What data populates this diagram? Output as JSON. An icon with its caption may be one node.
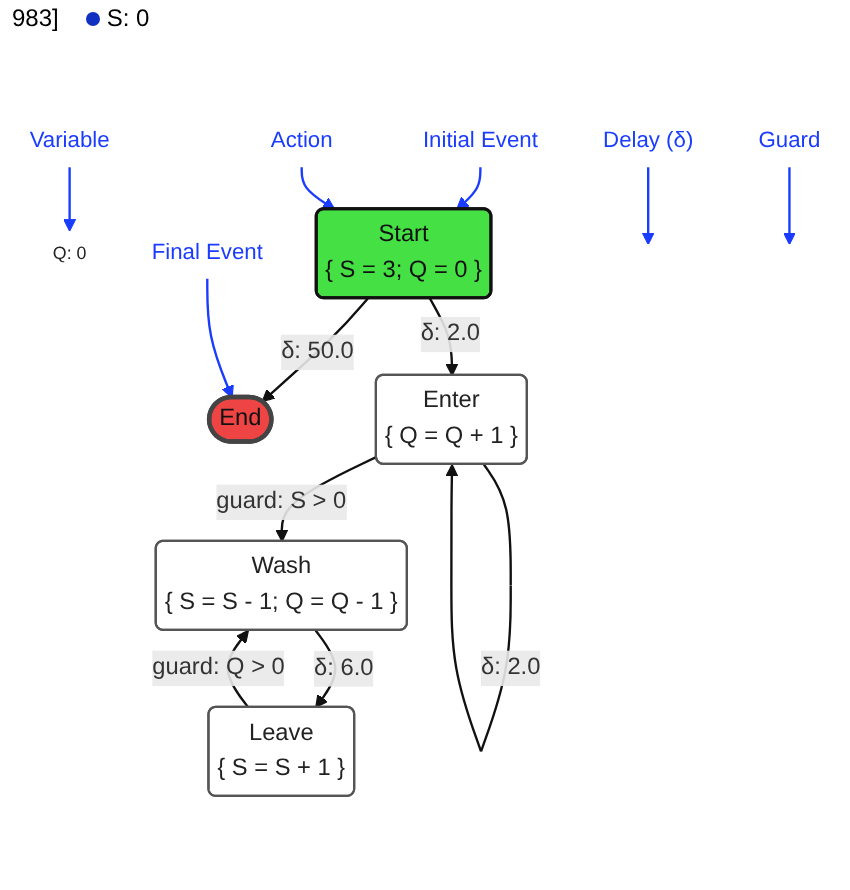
{
  "diagram": {
    "nodes": [
      {
        "text": [
          "Initial Event"
        ]
      },
      {
        "text": [
          "Variable"
        ]
      },
      {
        "text": [
          "Q: 0"
        ]
      },
      {
        "text": [
          "Start",
          "{ S = 3; Q = 0 }"
        ]
      },
      {
        "text": [
          "End"
        ]
      },
      {
        "text": [
          "Action"
        ]
      },
      {
        "text": [
          "Final Event"
        ]
      },
      {
        "text": [
          "Delay (δ)"
        ]
      },
      {
        "text": [
          "Enter",
          "{ Q = Q + 1 }"
        ]
      },
      {
        "text": [
          "Guard"
        ]
      },
      {
        "text": [
          "Wash",
          "{ S = S - 1; Q = Q - 1 }"
        ]
      },
      {
        "text": [
          "Leave",
          "{ S = S + 1 }"
        ]
      }
    ],
    "edges": [
      {
        "from": 3,
        "to": 4,
        "arrow": "to",
        "label": "δ: 50.0"
      },
      {
        "from": 3,
        "to": 8,
        "arrow": "to",
        "label": "δ: 2.0"
      },
      {
        "from": 8,
        "to": 8,
        "arrow": "to",
        "label": "δ: 2.0"
      },
      {
        "from": 8,
        "to": 10,
        "arrow": "to",
        "label": "guard: S > 0"
      },
      {
        "from": 10,
        "to": 11,
        "arrow": "to",
        "label": "δ: 6.0"
      },
      {
        "from": 11,
        "to": 10,
        "arrow": "to",
        "label": "guard: Q > 0"
      },
      {
        "from": 0,
        "to": 3,
        "arrow": "to",
        "color": "#1a3cff"
      },
      {
        "from": 1,
        "to": 2,
        "arrow": "to",
        "color": "#1a3cff"
      },
      {
        "from": 5,
        "to": 3,
        "arrow": "to",
        "color": "#1a3cff"
      },
      {
        "from": 6,
        "to": 4,
        "arrow": "to",
        "color": "#1a3cff"
      },
      {
        "from": 7,
        "to": null,
        "arrow": "to",
        "color": "#1a3cff"
      },
      {
        "from": 9,
        "to": null,
        "arrow": "to",
        "color": "#1a3cff"
      }
    ],
    "labels": [
      "983]",
      "S: 0"
    ]
  }
}
